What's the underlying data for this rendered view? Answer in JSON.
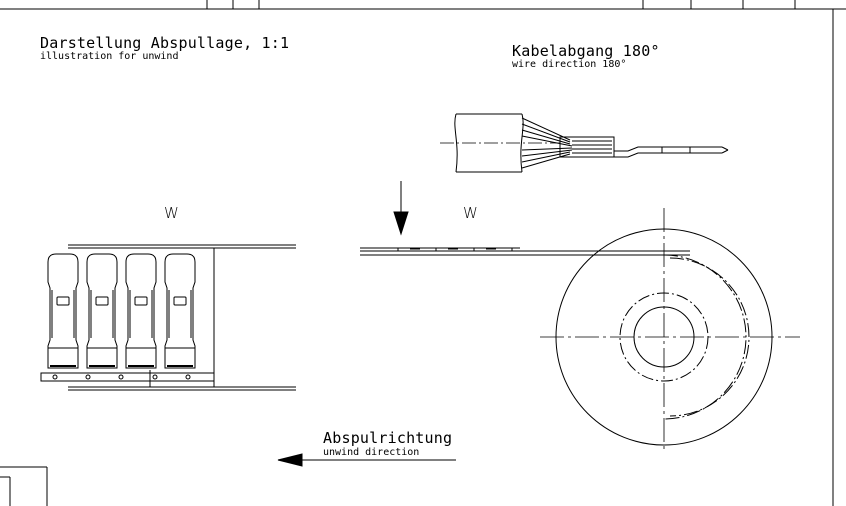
{
  "texts": {
    "unwind_de": "Darstellung Abspullage, 1:1",
    "unwind_en": "illustration for unwind",
    "wire_de": "Kabelabgang 180°",
    "wire_en": "wire direction 180°",
    "w_left": "W",
    "w_mid": "W",
    "direction_de": "Abspulrichtung",
    "direction_en": "unwind direction"
  },
  "colors": {
    "line": "#000000",
    "background": "#ffffff"
  }
}
